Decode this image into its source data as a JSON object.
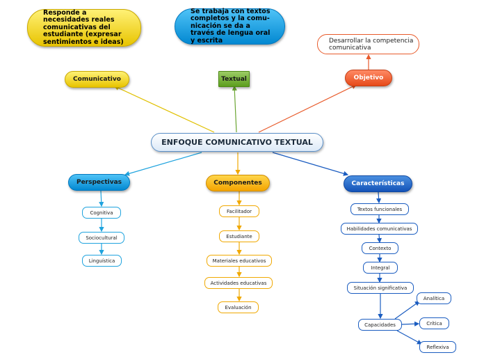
{
  "root": "ENFOQUE COMUNICATIVO TEXTUAL",
  "notes": {
    "comunicativo": "Responde a necesidades reales comunicativas del estudiante (expresar sentimientos e ideas)",
    "textual": "Se trabaja con textos completos y la comu-nicación se da a través de lengua oral y escrita",
    "objetivo": "Desarrollar la competencia comunicativa"
  },
  "top_nodes": {
    "comunicativo": "Comunicativo",
    "textual": "Textual",
    "objetivo": "Objetivo"
  },
  "branches": {
    "perspectivas": {
      "label": "Perspectivas",
      "items": [
        "Cognitiva",
        "Sociocultural",
        "Linguística"
      ]
    },
    "componentes": {
      "label": "Componentes",
      "items": [
        "Facilitador",
        "Estudiante",
        "Materiales educativos",
        "Actividades educativas",
        "Evaluación"
      ]
    },
    "caracteristicas": {
      "label": "Características",
      "items": [
        "Textos funcionales",
        "Habilidades comunicativas",
        "Contexto",
        "Integral",
        "Situación significativa",
        "Capacidades"
      ],
      "capacidades": [
        "Analítica",
        "Crítica",
        "Reflexiva"
      ]
    }
  },
  "colors": {
    "yellow": "#e8c400",
    "green": "#5c9e1e",
    "orange_red": "#e64a19",
    "cyan": "#0288d1",
    "amber": "#f3a400",
    "navy": "#1453b8"
  }
}
